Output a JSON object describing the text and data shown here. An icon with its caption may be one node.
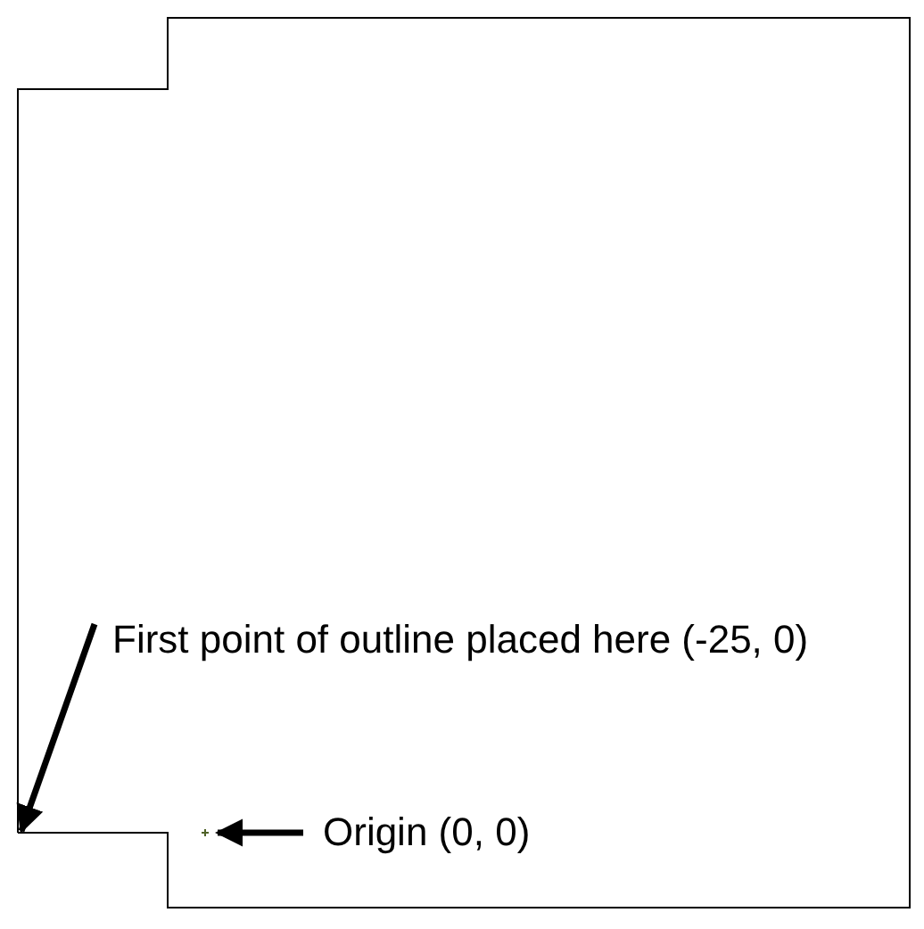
{
  "diagram": {
    "nodes": [
      {
        "text": [
          "First point of outline placed here (-25, 0)"
        ]
      },
      {
        "text": [
          "Origin (0, 0)"
        ]
      },
      {
        "text": [],
        "shape": "cross"
      }
    ],
    "edges": [
      {
        "from": 0,
        "to": null,
        "arrow": "to"
      },
      {
        "from": 1,
        "to": 2,
        "arrow": "to"
      }
    ]
  }
}
